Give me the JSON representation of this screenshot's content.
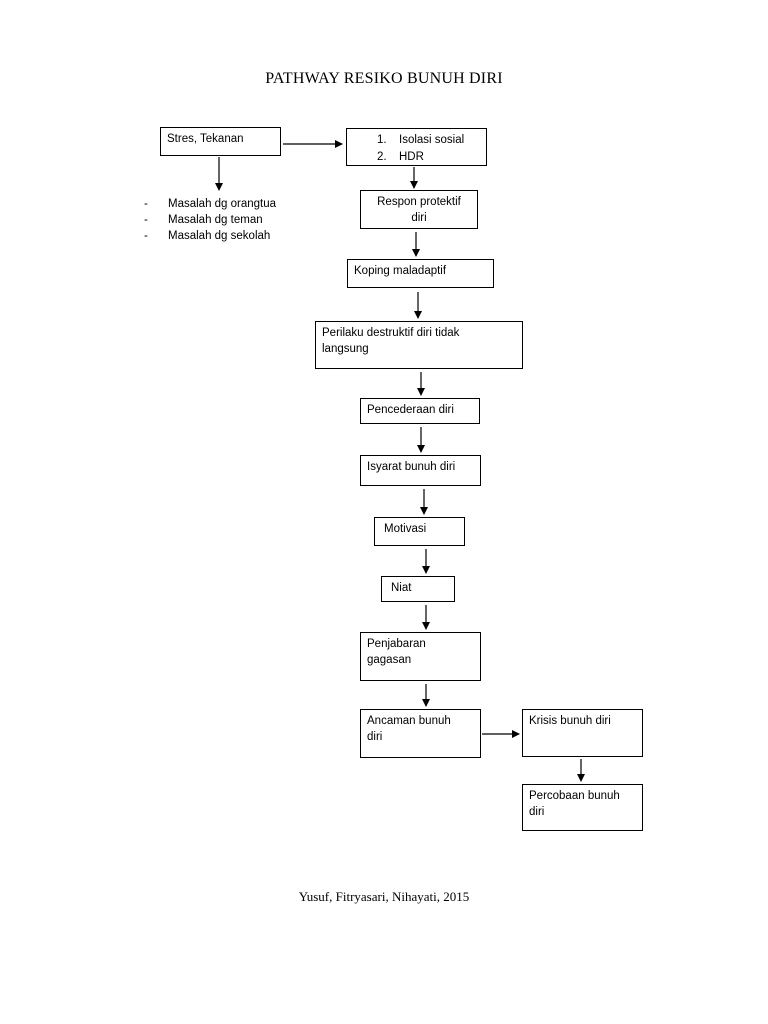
{
  "title": "PATHWAY RESIKO BUNUH DIRI",
  "footer": "Yusuf, Fitryasari, Nihayati, 2015",
  "nodes": {
    "stres": "Stres, Tekanan",
    "list": [
      {
        "num": "1.",
        "text": "Isolasi sosial"
      },
      {
        "num": "2.",
        "text": "HDR"
      }
    ],
    "respon": [
      "Respon protektif",
      "diri"
    ],
    "koping": "Koping maladaptif",
    "perilaku": [
      "Perilaku destruktif diri tidak",
      "langsung"
    ],
    "pencederaan": "Pencederaan diri",
    "isyarat": "Isyarat bunuh diri",
    "motivasi": "Motivasi",
    "niat": "Niat",
    "penjabaran": [
      "Penjabaran",
      "gagasan"
    ],
    "ancaman": [
      "Ancaman bunuh",
      "diri"
    ],
    "krisis": "Krisis bunuh diri",
    "percobaan": [
      "Percobaan bunuh",
      "diri"
    ]
  },
  "bullets": [
    {
      "dash": "-",
      "text": "Masalah dg orangtua"
    },
    {
      "dash": "-",
      "text": "Masalah dg teman"
    },
    {
      "dash": "-",
      "text": "Masalah dg sekolah"
    }
  ]
}
